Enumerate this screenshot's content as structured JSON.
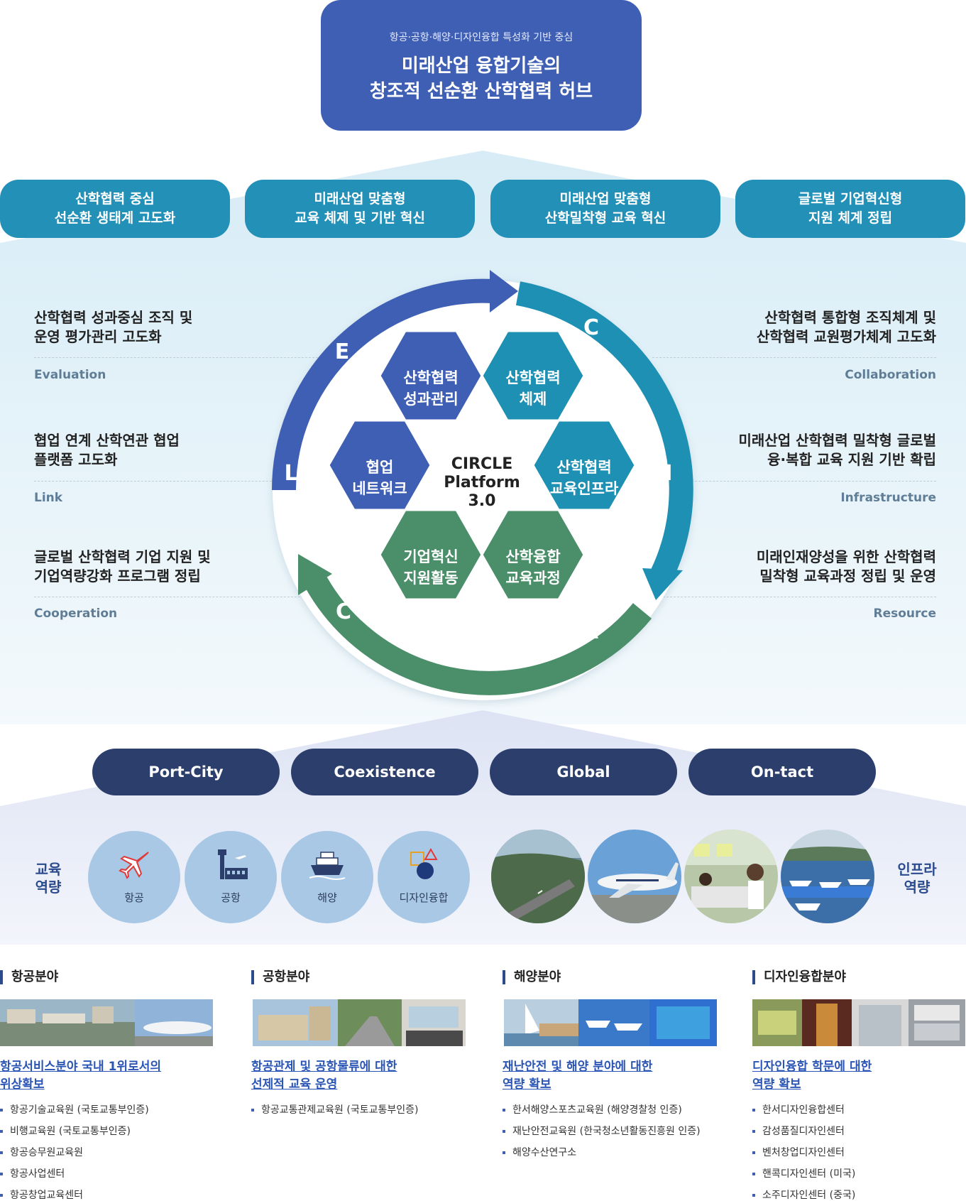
{
  "hub": {
    "subtitle": "항공·공항·해양·디자인융합 특성화 기반 중심",
    "title_line1": "미래산업 융합기술의",
    "title_line2": "창조적 선순환 산학협력 허브"
  },
  "goals": [
    {
      "line1": "산학협력 중심",
      "line2": "선순환 생태계  고도화"
    },
    {
      "line1": "미래산업 맞춤형",
      "line2": "교육 체제 및 기반 혁신"
    },
    {
      "line1": "미래산업 맞춤형",
      "line2": "산학밀착형 교육 혁신"
    },
    {
      "line1": "글로벌 기업혁신형",
      "line2": "지원 체계 정립"
    }
  ],
  "left_items": [
    {
      "line1": "산학협력 성과중심 조직 및",
      "line2": "운영 평가관리 고도화",
      "key": "Evaluation"
    },
    {
      "line1": "협업 연계 산학연관 협업",
      "line2": "플랫폼 고도화",
      "key": "Link"
    },
    {
      "line1": "글로벌 산학협력 기업 지원 및",
      "line2": "기업역량강화  프로그램 정립",
      "key": "Cooperation"
    }
  ],
  "right_items": [
    {
      "line1": "산학협력 통합형 조직체계 및",
      "line2": "산학협력 교원평가체계 고도화",
      "key": "Collaboration"
    },
    {
      "line1": "미래산업 산학협력 밀착형 글로벌",
      "line2": "융·복합 교육 지원 기반 확립",
      "key": "Infrastructure"
    },
    {
      "line1": "미래인재양성을 위한 산학협력",
      "line2": "밀착형 교육과정 정립 및 운영",
      "key": "Resource"
    }
  ],
  "ring_letters": {
    "e": "E",
    "c_top": "C",
    "l": "L",
    "i": "I",
    "c_bottom": "C",
    "r": "R"
  },
  "hexes": {
    "perf": {
      "line1": "산학협력",
      "line2": "성과관리"
    },
    "system": {
      "line1": "산학협력",
      "line2": "체제"
    },
    "network": {
      "line1": "협업",
      "line2": "네트워크"
    },
    "infra": {
      "line1": "산학협력",
      "line2": "교육인프라"
    },
    "support": {
      "line1": "기업혁신",
      "line2": "지원활동"
    },
    "curriculum": {
      "line1": "산학융합",
      "line2": "교육과정"
    },
    "center": {
      "line1": "CIRCLE",
      "line2": "Platform",
      "line3": "3.0"
    }
  },
  "themes": [
    "Port-City",
    "Coexistence",
    "Global",
    "On-tact"
  ],
  "left_caption": {
    "line1": "교육",
    "line2": "역량"
  },
  "right_caption": {
    "line1": "인프라",
    "line2": "역량"
  },
  "competencies": [
    {
      "label": "항공",
      "icon": "airplane-icon"
    },
    {
      "label": "공항",
      "icon": "airport-tower-icon"
    },
    {
      "label": "해양",
      "icon": "ship-icon"
    },
    {
      "label": "디자인융합",
      "icon": "shapes-icon"
    }
  ],
  "fields": [
    {
      "title": "항공분야",
      "sub_line1": "항공서비스분야 국내 1위로서의",
      "sub_line2": "위상확보",
      "items": [
        "항공기술교육원 (국토교통부인증)",
        "비행교육원 (국토교통부인증)",
        "항공승무원교육원",
        "항공사업센터",
        "항공창업교육센터"
      ]
    },
    {
      "title": "공항분야",
      "sub_line1": "항공관제 및 공항물류에 대한",
      "sub_line2": "선제적 교육 운영",
      "items": [
        "항공교통관제교육원 (국토교통부인증)"
      ]
    },
    {
      "title": "해양분야",
      "sub_line1": "재난안전 및 해양 분야에 대한",
      "sub_line2": "역량 확보",
      "items": [
        "한서해양스포츠교육원  (해양경찰청 인증)",
        "재난안전교육원 (한국청소년활동진흥원 인증)",
        "해양수산연구소"
      ]
    },
    {
      "title": "디자인융합분야",
      "sub_line1": "디자인융합 학문에 대한",
      "sub_line2": "역량 확보",
      "items": [
        "한서디자인융합센터",
        "감성품질디자인센터",
        "벤처창업디자인센터",
        "핸콕디자인센터 (미국)",
        "소주디자인센터 (중국)"
      ]
    }
  ],
  "colors": {
    "hub": "#3f5fb5",
    "goal": "#2390b8",
    "ring_blue": "#3f5fb5",
    "ring_teal": "#1e90b3",
    "ring_green": "#4a8f6a",
    "theme": "#2c3e6b",
    "circle": "#a9c8e6",
    "link": "#2a55b5"
  }
}
